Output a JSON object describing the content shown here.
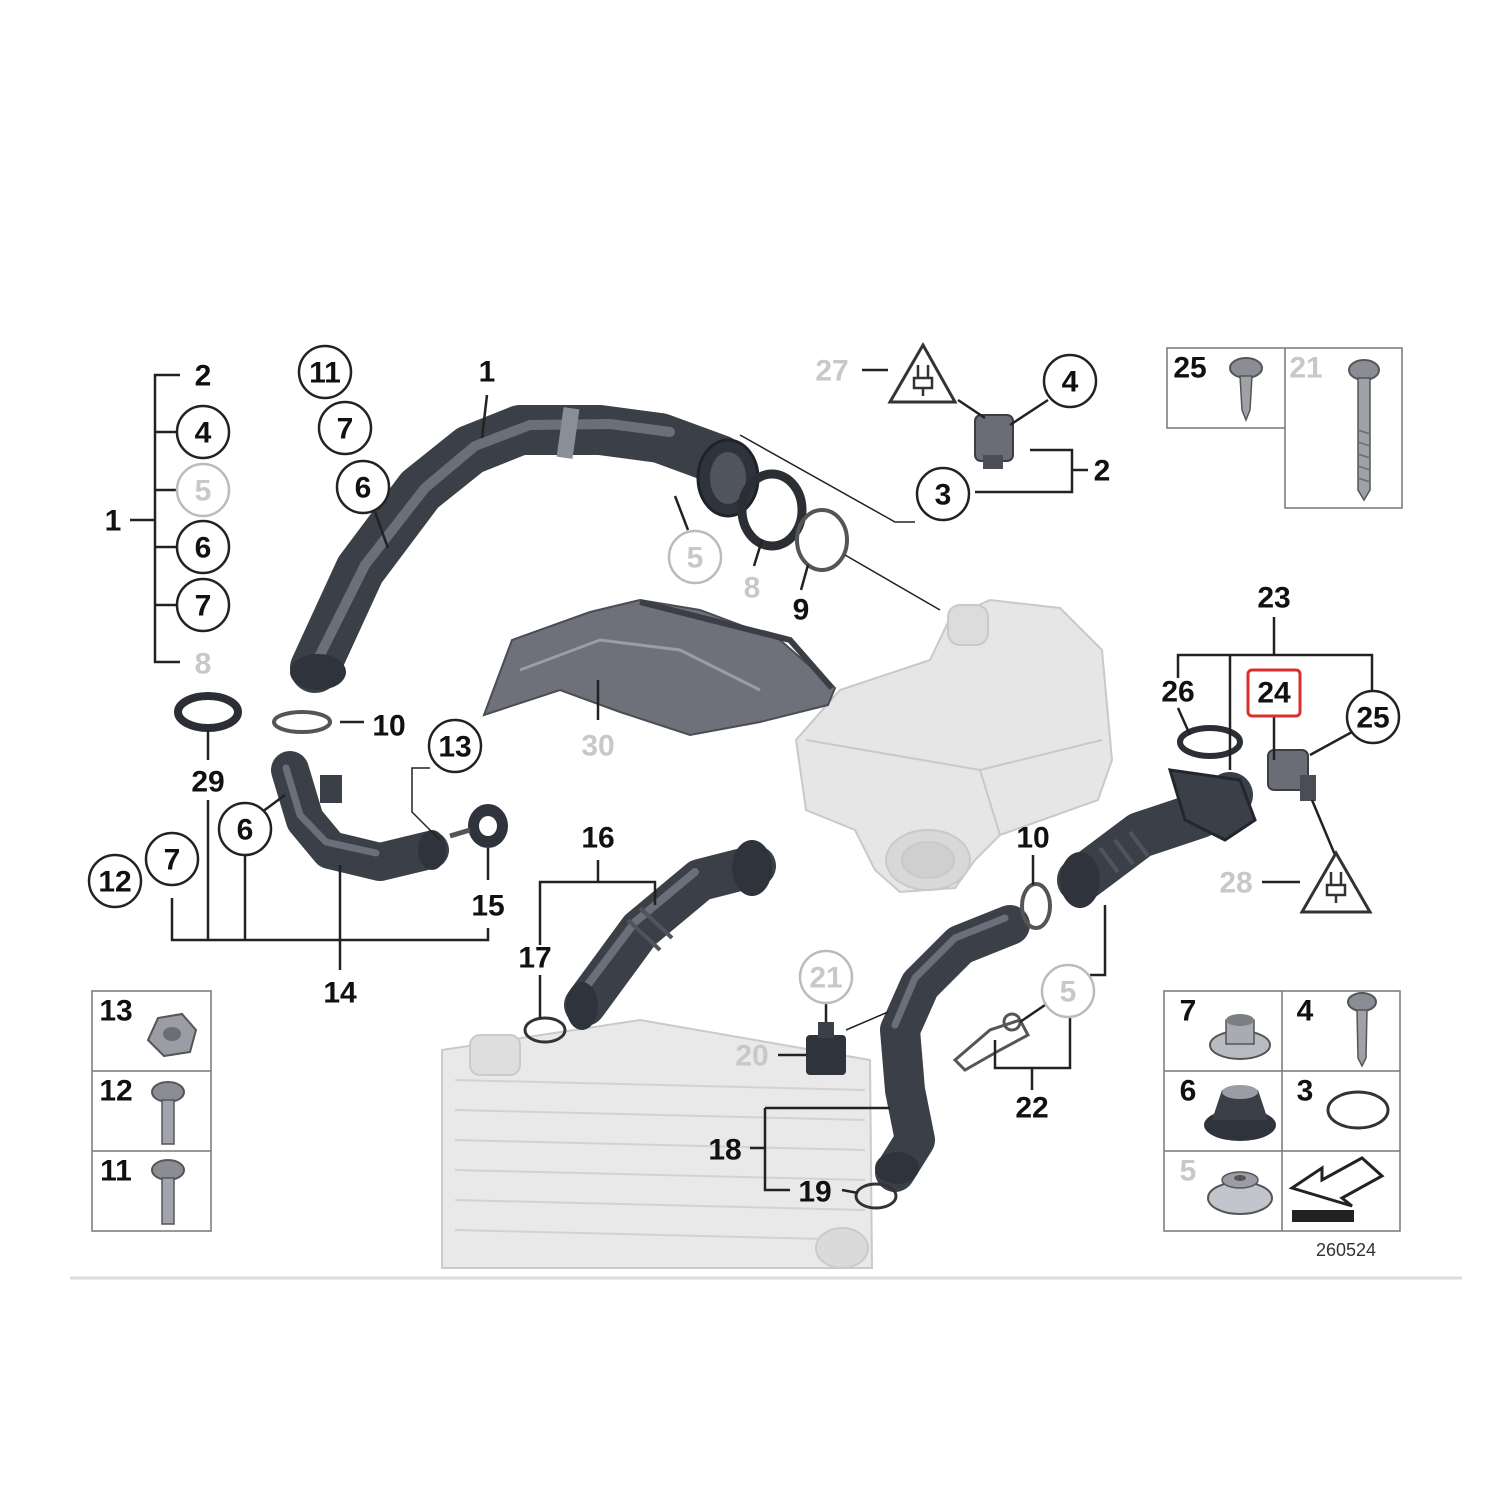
{
  "callouts": {
    "c_left_2": "2",
    "c_left_4": "4",
    "c_left_5": "5",
    "c_left_1": "1",
    "c_left_6": "6",
    "c_left_7": "7",
    "c_left_8": "8",
    "c_11": "11",
    "c_7a": "7",
    "c_6a": "6",
    "c_1top": "1",
    "c_27": "27",
    "c_4r": "4",
    "c_3r": "3",
    "c_2r": "2",
    "c_5mid": "5",
    "c_8mid": "8",
    "c_9": "9",
    "c_30": "30",
    "c_10a": "10",
    "c_13": "13",
    "c_29": "29",
    "c_6b": "6",
    "c_15": "15",
    "c_12": "12",
    "c_7b": "7",
    "c_14": "14",
    "c_16": "16",
    "c_17": "17",
    "c_23": "23",
    "c_26": "26",
    "c_24": "24",
    "c_25": "25",
    "c_28": "28",
    "c_10b": "10",
    "c_21": "21",
    "c_20": "20",
    "c_5b": "5",
    "c_22": "22",
    "c_18": "18",
    "c_19": "19"
  },
  "boxes": {
    "top_right": {
      "a": "25",
      "b": "21"
    },
    "bottom_left": {
      "a": "13",
      "b": "12",
      "c": "11"
    },
    "bottom_right": {
      "a": "7",
      "b": "4",
      "c": "6",
      "d": "3",
      "e": "5"
    }
  },
  "diagram_number": "260524",
  "highlight_color": "#d9302b"
}
